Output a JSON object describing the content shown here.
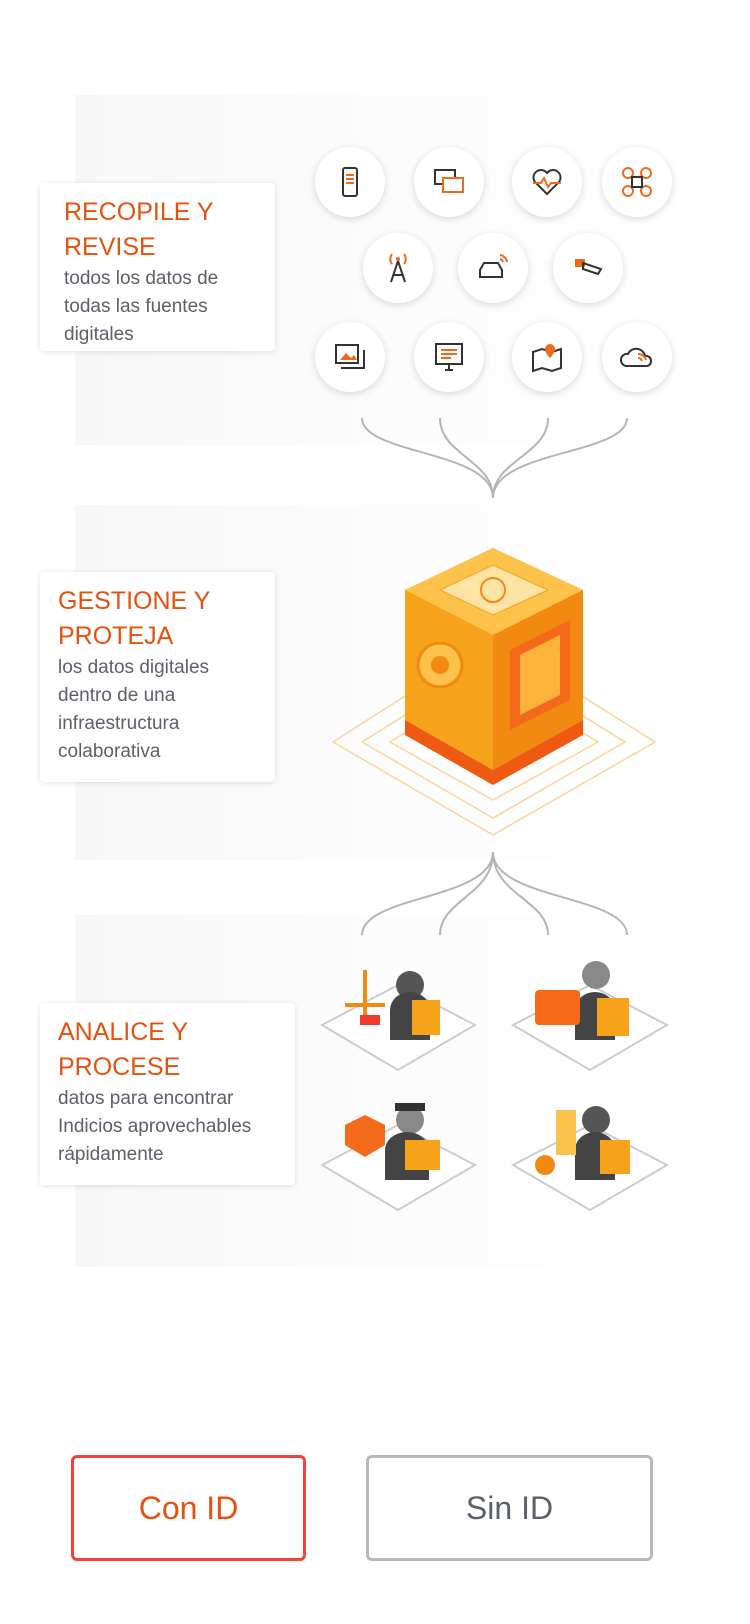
{
  "sections": [
    {
      "title_line1": "RECOPILE Y",
      "title_line2": "REVISE",
      "description": " todos los datos de todas las fuentes digitales"
    },
    {
      "title_line1": "GESTIONE Y",
      "title_line2": "PROTEJA",
      "description": "los datos digitales dentro de una infraestructura colaborativa"
    },
    {
      "title_line1": "ANALICE Y",
      "title_line2": "PROCESE",
      "description": "datos para encontrar Indicios aprovechables rápidamente"
    }
  ],
  "source_icons": [
    "smartphone-icon",
    "chat-icon",
    "heart-rate-icon",
    "drone-icon",
    "cell-tower-icon",
    "connected-car-icon",
    "cctv-camera-icon",
    "images-icon",
    "computer-icon",
    "map-location-icon",
    "cloud-icon"
  ],
  "analyst_tiles": [
    "legal-analyst",
    "forensic-examiner",
    "police-officer",
    "lab-investigator"
  ],
  "buttons": {
    "con_id": "Con ID",
    "sin_id": "Sin ID"
  },
  "colors": {
    "accent": "#e8500e",
    "orange": "#f7a21b",
    "button_active_border": "#f0443a",
    "button_inactive_border": "#b9b9b9"
  }
}
